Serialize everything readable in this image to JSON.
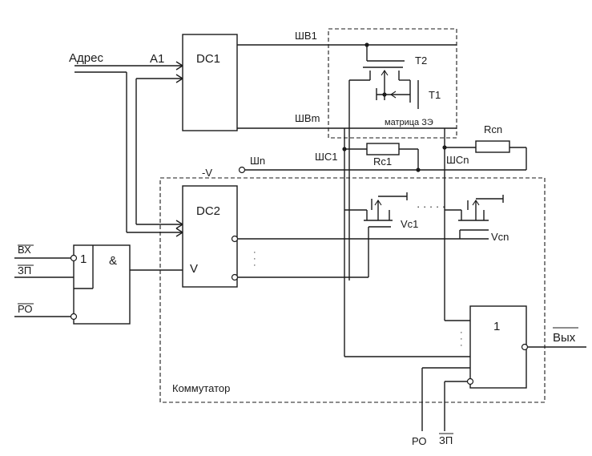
{
  "labels": {
    "address": "Адрес",
    "a1": "A1",
    "dc1": "DC1",
    "dc2": "DC2",
    "shv1": "ШВ1",
    "shvm": "ШВm",
    "t2": "T2",
    "t1": "T1",
    "matrix": "матрица ЗЭ",
    "rcn": "Rcn",
    "rc1": "Rc1",
    "shs1": "ШС1",
    "shsn": "ШСn",
    "shn": "Шn",
    "minus_v": "-V",
    "vc1": "Vc1",
    "vcn": "Vcn",
    "dots_h": "· · · · ·",
    "v_input": "V",
    "vx": "ВХ",
    "zp": "ЗП",
    "ro": "РО",
    "gate1_one": "1",
    "gate1_and": "&",
    "or_gate": "1",
    "out": "Вых",
    "kommutator": "Коммутатор",
    "ro_bottom": "РО",
    "zp_bottom": "ЗП"
  }
}
